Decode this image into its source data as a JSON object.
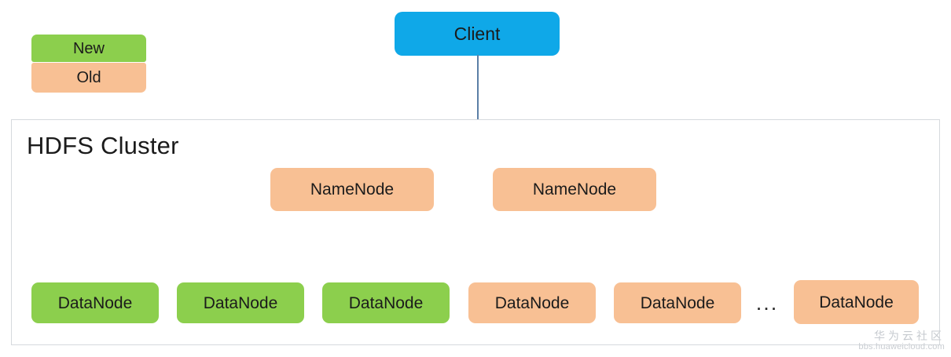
{
  "legend": {
    "items": [
      {
        "label": "New",
        "color": "#8CCF4D",
        "meaning": "new-node"
      },
      {
        "label": "Old",
        "color": "#F8C094",
        "meaning": "old-node"
      }
    ]
  },
  "client": {
    "label": "Client",
    "color": "#0FA8E8",
    "connector_color": "#5B7FA6"
  },
  "cluster": {
    "title": "HDFS Cluster",
    "border_color": "#d6d9dd",
    "namenodes": [
      {
        "label": "NameNode",
        "color": "#F8C094",
        "state": "Old"
      },
      {
        "label": "NameNode",
        "color": "#F8C094",
        "state": "Old"
      }
    ],
    "datanodes": [
      {
        "label": "DataNode",
        "color": "#8CCF4D",
        "state": "New"
      },
      {
        "label": "DataNode",
        "color": "#8CCF4D",
        "state": "New"
      },
      {
        "label": "DataNode",
        "color": "#8CCF4D",
        "state": "New"
      },
      {
        "label": "DataNode",
        "color": "#F8C094",
        "state": "Old"
      },
      {
        "label": "DataNode",
        "color": "#F8C094",
        "state": "Old"
      },
      {
        "label": "DataNode",
        "color": "#F8C094",
        "state": "Old"
      }
    ],
    "ellipsis": "..."
  },
  "watermark": {
    "brand": "华为云社区",
    "url": "bbs.huaweicloud.com"
  }
}
